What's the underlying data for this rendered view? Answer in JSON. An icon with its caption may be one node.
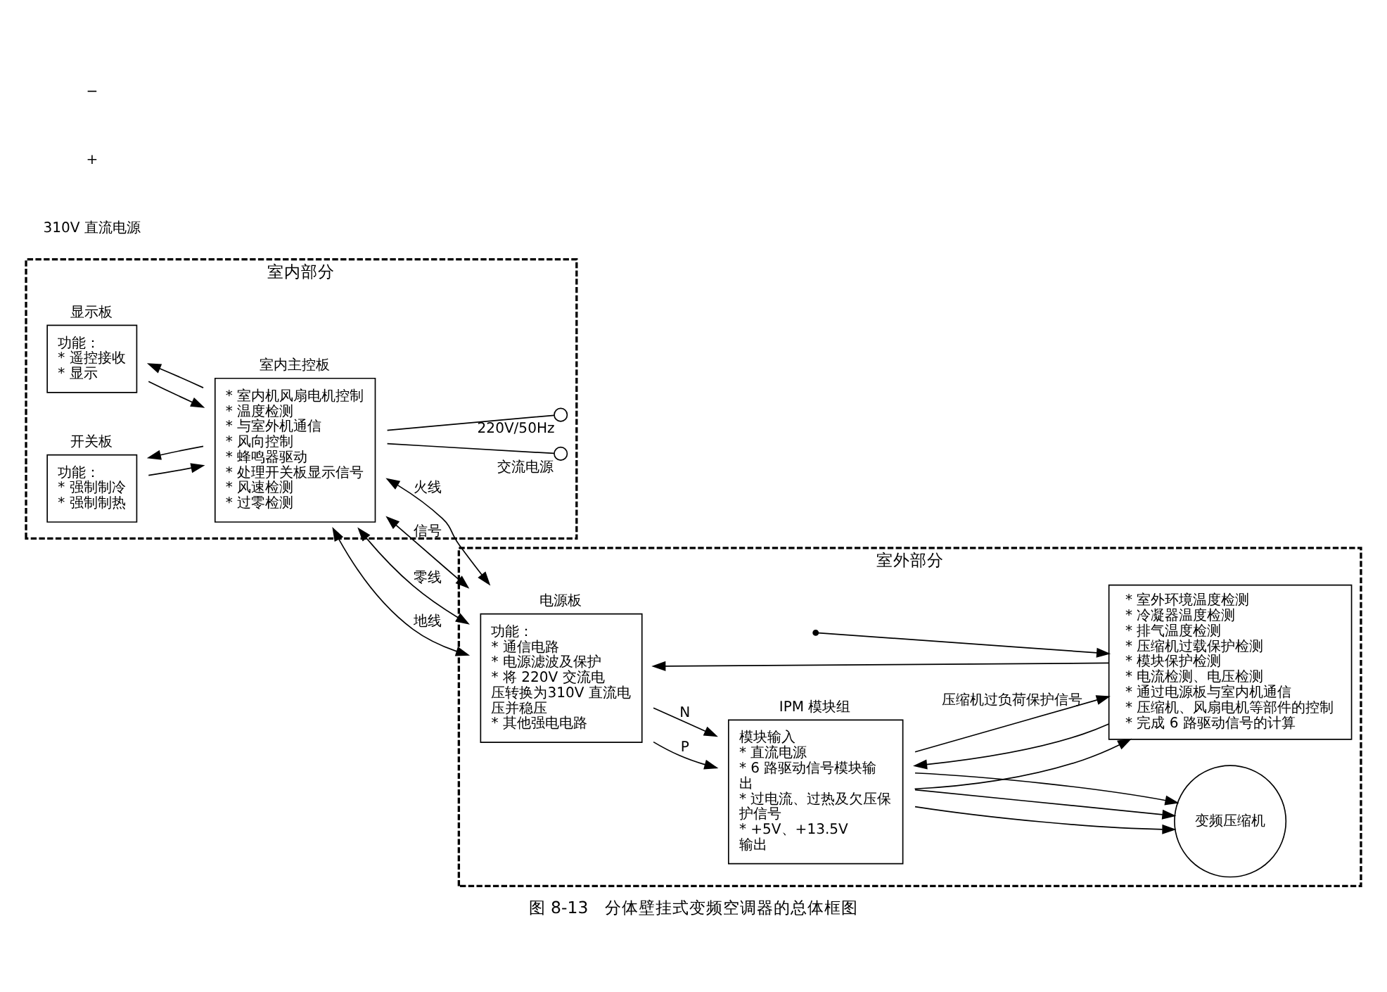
{
  "diagram": {
    "caption": "图 8-13　分体壁挂式变频空调器的总体框图",
    "nodes": [
      {
        "text": [
          "室内部分"
        ]
      },
      {
        "text": [
          "室外部分"
        ]
      },
      {
        "text": [
          "显示板",
          "功能：",
          "* 遥控接收",
          "* 显示"
        ],
        "in": 0
      },
      {
        "text": [
          "开关板",
          "功能：",
          "* 强制制冷",
          "* 强制制热"
        ],
        "in": 0
      },
      {
        "text": [
          "室内主控板",
          "* 室内机风扇电机控制",
          "* 温度检测",
          "* 与室外机通信",
          "* 风向控制",
          "* 蜂鸣器驱动",
          "* 处理开关板显示信号",
          "* 风速检测",
          "* 过零检测"
        ],
        "in": 0
      },
      {
        "text": [],
        "shape": "circle",
        "in": 0,
        "beside": [
          "交流电源"
        ]
      },
      {
        "text": [],
        "shape": "circle",
        "in": 0,
        "beside": [
          "220V/50Hz"
        ]
      },
      {
        "text": [
          "电源板",
          "功能：",
          "* 通信电路",
          "* 电源滤波及保护",
          "* 将 220V 交流电压转换为310V 直流电压并稳压",
          "* 其他强电电路"
        ],
        "in": 1
      },
      {
        "text": [
          "IPM 模块组",
          "模块输入",
          "* 直流电源",
          "* 6 路驱动信号模块输出",
          "* 过电流、过热及欠压保护信号",
          "* +5V、+13.5V 输出"
        ],
        "in": 1
      },
      {
        "text": [
          "变频压缩机"
        ],
        "in": 1
      },
      {
        "text": [
          "* 室外环境温度检测",
          "* 冷凝器温度检测",
          "* 排气温度检测",
          "* 压缩机过载保护检测",
          "* 模块保护检测",
          "* 电流检测、电压检测",
          "* 通过电源板与室内机通信",
          "* 压缩机、风扇电机等部件的控制",
          "* 完成 6 路驱动信号的计算"
        ],
        "in": 1
      }
    ],
    "edges": [
      {
        "from": 2,
        "to": 4,
        "arrow": "to"
      },
      {
        "from": 4,
        "to": 2,
        "arrow": "to"
      },
      {
        "from": 3,
        "to": 4,
        "arrow": "to"
      },
      {
        "from": 4,
        "to": 3,
        "arrow": "to"
      },
      {
        "from": 4,
        "to": 7,
        "arrow": "both",
        "label": "火线"
      },
      {
        "from": 4,
        "to": 7,
        "arrow": "both",
        "label": "信号"
      },
      {
        "from": 4,
        "to": 7,
        "arrow": "both",
        "label": "零线"
      },
      {
        "from": 4,
        "to": 7,
        "arrow": "both",
        "label": "地线"
      },
      {
        "from": 4,
        "to": 5,
        "arrow": "none"
      },
      {
        "from": 4,
        "to": 6,
        "arrow": "none"
      },
      {
        "from": 7,
        "to": 8,
        "arrow": "to",
        "label": "P"
      },
      {
        "from": 7,
        "to": 8,
        "arrow": "to",
        "label": "N"
      },
      {
        "from": 8,
        "to": 9,
        "arrow": "to"
      },
      {
        "from": 8,
        "to": 9,
        "arrow": "to"
      },
      {
        "from": 8,
        "to": 9,
        "arrow": "to"
      },
      {
        "from": 10,
        "to": 8,
        "arrow": "to"
      },
      {
        "from": 8,
        "to": 10,
        "arrow": "to"
      },
      {
        "from": 8,
        "to": 10,
        "arrow": "to",
        "label": "压缩机过负荷保护信号"
      },
      {
        "from": 10,
        "to": 7,
        "arrow": "to"
      },
      {
        "from": null,
        "to": 10,
        "arrow": "to"
      }
    ],
    "labels": [
      "310V 直流电源",
      "+",
      "−"
    ]
  }
}
